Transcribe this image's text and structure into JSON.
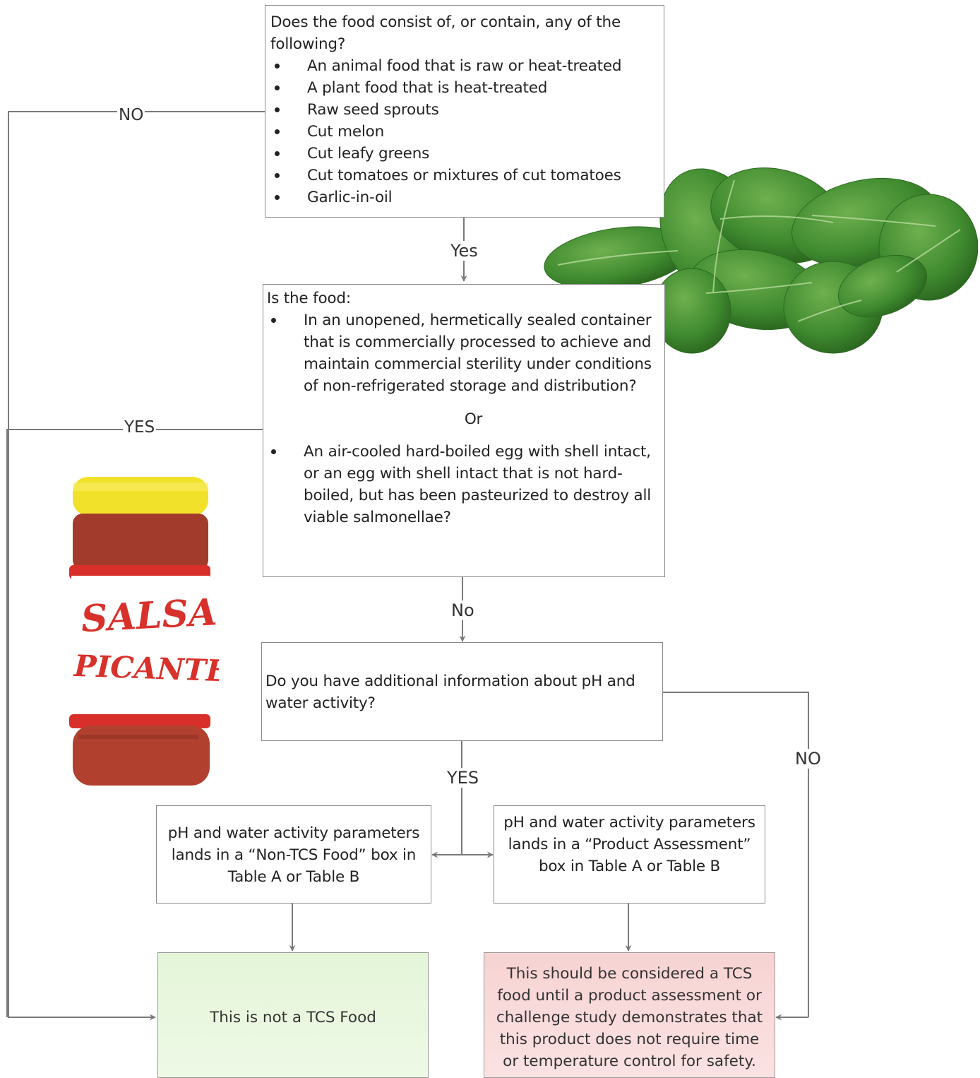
{
  "q1": {
    "title": "Does the food consist of, or contain,  any of the following?",
    "items": [
      "An animal food that is raw or heat-treated",
      "A plant food that is heat-treated",
      "Raw seed sprouts",
      "Cut melon",
      "Cut leafy greens",
      "Cut tomatoes or mixtures of cut tomatoes",
      "Garlic-in-oil"
    ]
  },
  "q2": {
    "title": "Is the food:",
    "item1": "In an unopened, hermetically sealed container that is commercially processed to achieve and maintain commercial sterility under conditions of non-refrigerated storage and distribution?",
    "or": "Or",
    "item2": "An air-cooled hard-boiled egg with shell intact, or an egg with shell intact that is not hard-boiled, but has been pasteurized to destroy all viable salmonellae?"
  },
  "q3": {
    "text": "Do you have additional information about pH and water activity?"
  },
  "nontcs_box": {
    "text": "pH and water activity parameters lands in a “Non-TCS Food” box in Table A or Table B"
  },
  "assess_box": {
    "text": "pH and water activity parameters lands in a “Product Assessment” box in Table A or Table B"
  },
  "result_not_tcs": {
    "text": "This is not a TCS Food"
  },
  "result_tcs": {
    "text": "This should be considered a TCS food until a product assessment or challenge study demonstrates that this product does not require time or temperature control for safety."
  },
  "labels": {
    "no_left": "NO",
    "yes_left": "YES",
    "yes_q1": "Yes",
    "no_q2": "No",
    "yes_q3": "YES",
    "no_right": "NO"
  },
  "jar_label": {
    "line1": "SALSA",
    "line2": "PICANTE"
  },
  "colors": {
    "line": "#7a7a7a",
    "green_fill": "#e9f7e0",
    "red_fill": "#f9dcdc",
    "leaf": "#3f8a2f",
    "jar_lid": "#f2e12a",
    "salsa": "#b2402f",
    "label_text": "#d8312b"
  }
}
